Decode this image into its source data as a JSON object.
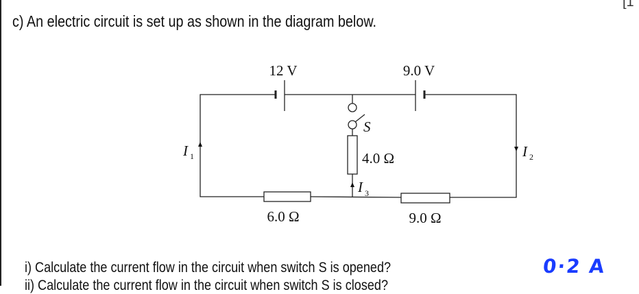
{
  "marks": "[1",
  "question_c": "c) An electric circuit is set up as shown in the diagram below.",
  "question_i": "i)   Calculate the current flow in the circuit when switch S is opened?",
  "answer_i": "0·2 A",
  "question_ii": "ii)   Calculate the current flow in the circuit when switch S is closed?",
  "circuit": {
    "battery_left": "12 V",
    "battery_right": "9.0 V",
    "switch": "S",
    "resistor_middle": "4.0 Ω",
    "resistor_left": "6.0 Ω",
    "resistor_right": "9.0 Ω",
    "current_1": "I",
    "current_1_sub": "1",
    "current_2": "I",
    "current_2_sub": "2",
    "current_3": "I",
    "current_3_sub": "3"
  }
}
